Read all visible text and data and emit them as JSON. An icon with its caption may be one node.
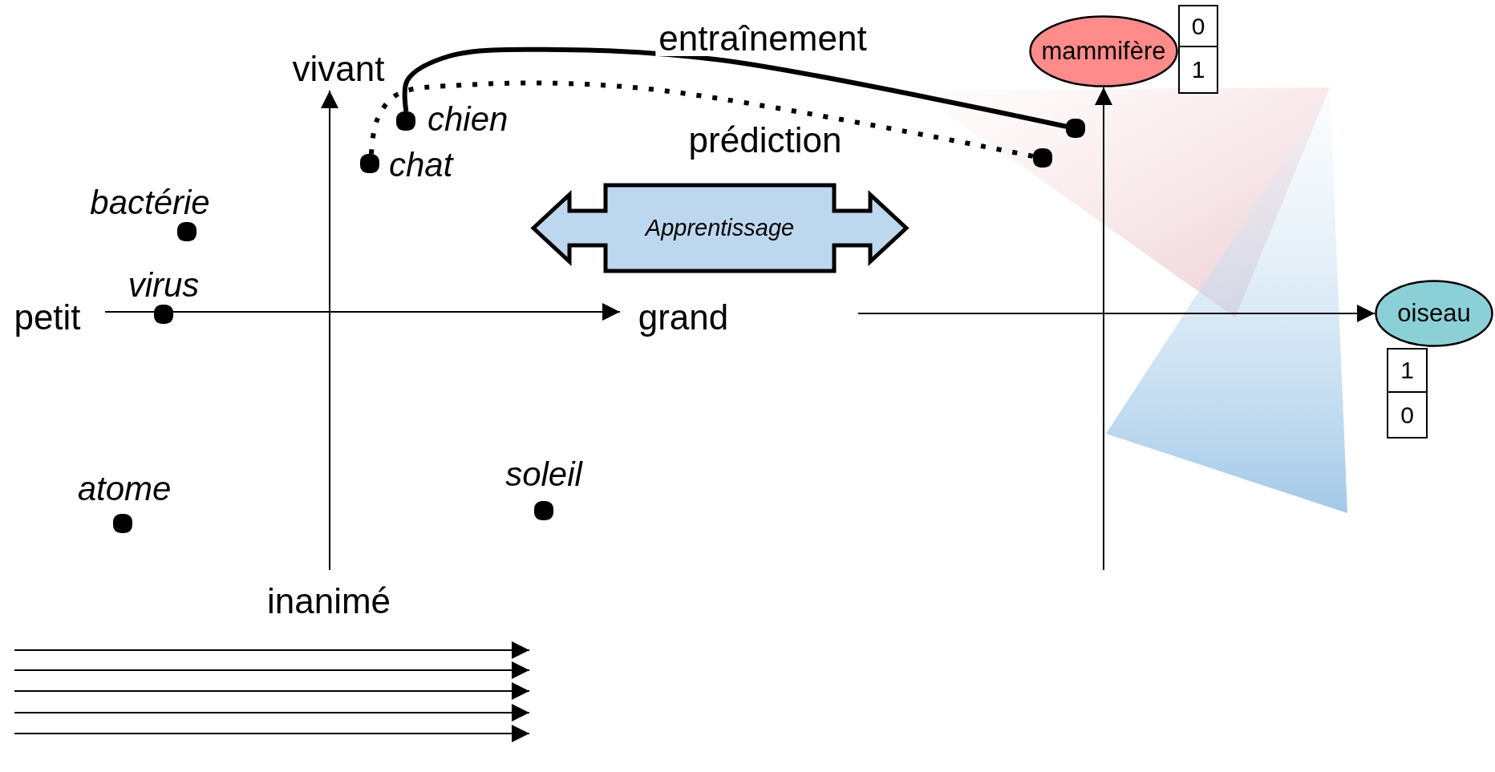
{
  "diagram": {
    "nodes": [
      {
        "text": [
          "mammifère"
        ]
      },
      {
        "text": [
          "0"
        ]
      },
      {
        "text": [
          "1"
        ]
      },
      {
        "text": [],
        "shape": "circle",
        "beside": [
          "chien"
        ]
      },
      {
        "text": [],
        "shape": "circle"
      },
      {
        "text": [],
        "shape": "circle",
        "beside": [
          "chat"
        ]
      },
      {
        "text": [],
        "shape": "circle"
      },
      {
        "text": [],
        "shape": "circle",
        "beside": [
          "bactérie"
        ]
      },
      {
        "text": [
          "Apprentissage"
        ]
      },
      {
        "text": [],
        "shape": "circle",
        "beside": [
          "virus"
        ]
      },
      {
        "text": [
          "oiseau"
        ]
      },
      {
        "text": [
          "1"
        ]
      },
      {
        "text": [
          "0"
        ]
      },
      {
        "text": [],
        "shape": "circle",
        "beside": [
          "atome"
        ]
      },
      {
        "text": [],
        "shape": "circle",
        "beside": [
          "soleil"
        ]
      }
    ],
    "edges": [
      {
        "from": 3,
        "to": 4,
        "arrow": "none",
        "label": "entraînement",
        "style": "thick"
      },
      {
        "from": 5,
        "to": 6,
        "arrow": "none",
        "label": "prédiction",
        "style": "dashed"
      },
      {
        "from": null,
        "to": 0,
        "arrow": "to"
      },
      {
        "from": null,
        "to": 10,
        "arrow": "to"
      }
    ],
    "labels": [
      "vivant",
      "petit",
      "grand",
      "inanimé"
    ]
  }
}
